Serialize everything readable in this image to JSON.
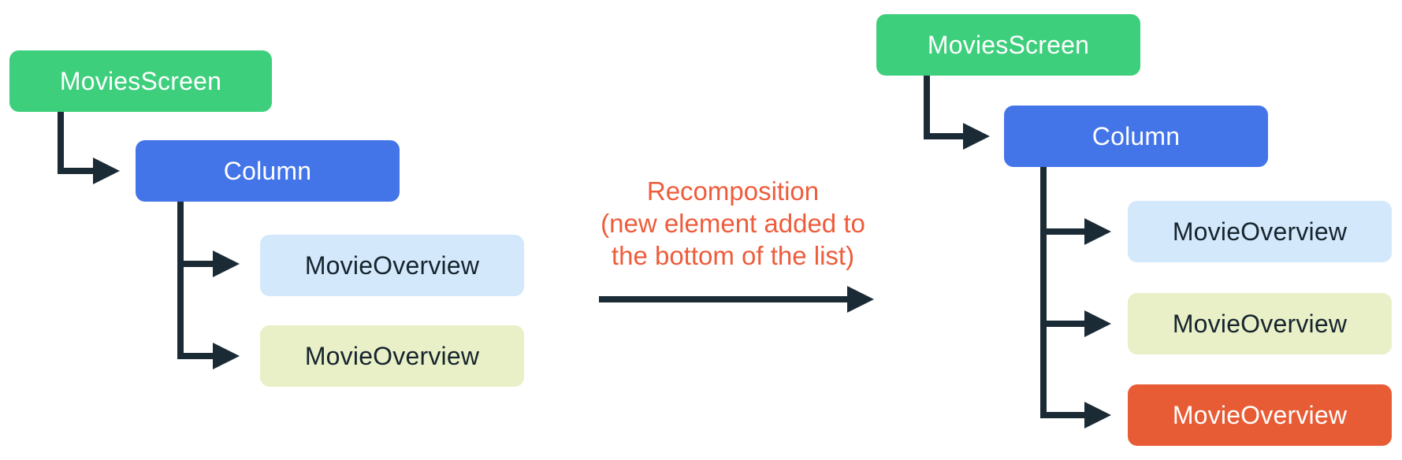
{
  "colors": {
    "background": "#FFFFFF",
    "green": "#3ECF7D",
    "blue": "#4375E9",
    "light_blue": "#D3E8FB",
    "cream": "#E9F0C7",
    "orange": "#E85C35",
    "connector": "#1B2B36",
    "dark_text": "#16242E",
    "white_text": "#FFFFFF",
    "annotation_text": "#EE5C3B"
  },
  "trees": {
    "before": {
      "nodes": [
        {
          "label": "MoviesScreen",
          "bg": "#3ECF7D",
          "fg": "#FFFFFF"
        },
        {
          "label": "Column",
          "bg": "#4375E9",
          "fg": "#FFFFFF"
        },
        {
          "label": "MovieOverview",
          "bg": "#D3E8FB",
          "fg": "#16242E"
        },
        {
          "label": "MovieOverview",
          "bg": "#E9F0C7",
          "fg": "#16242E"
        }
      ]
    },
    "after": {
      "nodes": [
        {
          "label": "MoviesScreen",
          "bg": "#3ECF7D",
          "fg": "#FFFFFF"
        },
        {
          "label": "Column",
          "bg": "#4375E9",
          "fg": "#FFFFFF"
        },
        {
          "label": "MovieOverview",
          "bg": "#D3E8FB",
          "fg": "#16242E"
        },
        {
          "label": "MovieOverview",
          "bg": "#E9F0C7",
          "fg": "#16242E"
        },
        {
          "label": "MovieOverview",
          "bg": "#E85C35",
          "fg": "#FFFFFF"
        }
      ]
    }
  },
  "annotation": {
    "lines": [
      "Recomposition",
      "(new element added to",
      "the bottom of the list)"
    ],
    "color": "#EE5C3B"
  }
}
